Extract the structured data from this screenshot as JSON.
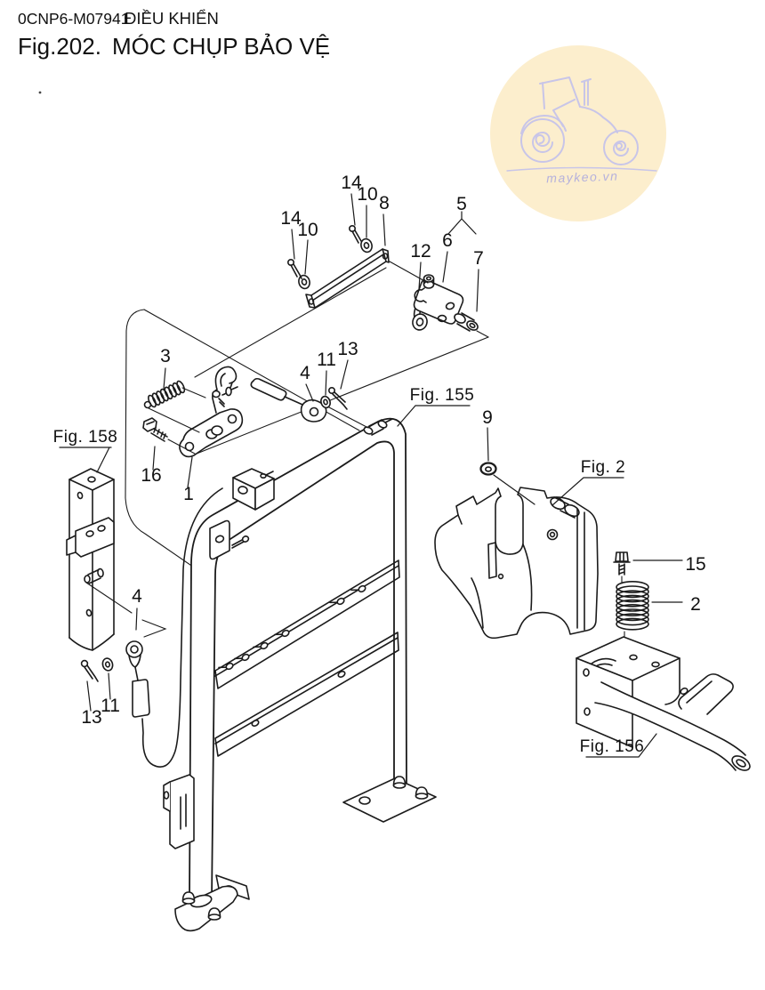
{
  "header": {
    "code": "0CNP6-M07941",
    "section": "ĐIỀU KHIỂN",
    "figure": "Fig.202.",
    "title": "MÓC CHỤP BẢO VỆ"
  },
  "watermark": {
    "text": "maykeo.vn",
    "circle_color": "#FCEECD",
    "line_color": "#C8C5E8",
    "text_color": "#B5B1DC"
  },
  "diagram": {
    "line_color": "#1b1b1b",
    "background": "#ffffff",
    "callouts": [
      {
        "part": "14"
      },
      {
        "part": "10"
      },
      {
        "part": "14"
      },
      {
        "part": "10"
      },
      {
        "part": "8"
      },
      {
        "part": "5"
      },
      {
        "part": "6"
      },
      {
        "part": "12"
      },
      {
        "part": "7"
      },
      {
        "part": "3"
      },
      {
        "part": "4"
      },
      {
        "part": "11"
      },
      {
        "part": "13"
      },
      {
        "part": "16"
      },
      {
        "part": "1"
      },
      {
        "part": "9"
      },
      {
        "part": "15"
      },
      {
        "part": "2"
      },
      {
        "part": "4"
      },
      {
        "part": "11"
      },
      {
        "part": "13"
      }
    ],
    "figure_refs": [
      {
        "label": "Fig. 158"
      },
      {
        "label": "Fig. 155"
      },
      {
        "label": "Fig. 2"
      },
      {
        "label": "Fig. 156"
      }
    ]
  }
}
